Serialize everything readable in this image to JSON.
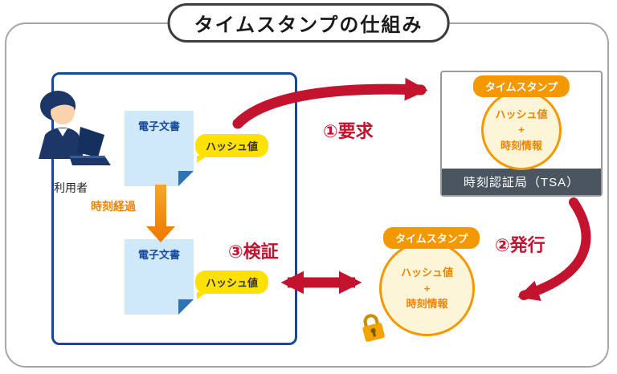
{
  "title": "タイムスタンプの仕組み",
  "user_box": {
    "user_label": "利用者",
    "doc1": {
      "label": "電子文書",
      "hash_tag": "ハッシュ値"
    },
    "doc2": {
      "label": "電子文書",
      "hash_tag": "ハッシュ値"
    },
    "time_passage": "時刻経過"
  },
  "steps": {
    "request": "①要求",
    "issue": "②発行",
    "verify": "③検証"
  },
  "tsa_box": {
    "stamp_tag": "タイムスタンプ",
    "stamp": {
      "hash": "ハッシュ値",
      "plus": "+",
      "time": "時刻情報"
    },
    "authority": "時刻認証局（TSA）"
  },
  "issued_stamp": {
    "stamp_tag": "タイムスタンプ",
    "stamp": {
      "hash": "ハッシュ値",
      "plus": "+",
      "time": "時刻情報"
    }
  },
  "icons": {
    "padlock": "padlock-icon",
    "user": "user-illustration-icon",
    "document": "document-icon"
  },
  "colors": {
    "arrow_red": "#c3132f",
    "orange": "#f49800",
    "orange_text": "#f08300",
    "tag_yellow": "#ffe104",
    "doc_blue": "#cfe9f8",
    "doc_fold_blue": "#2e74b5",
    "frame_blue": "#17489e",
    "tsa_bar_gray": "#4b5560",
    "circle_fill": "#fdf5d8"
  }
}
